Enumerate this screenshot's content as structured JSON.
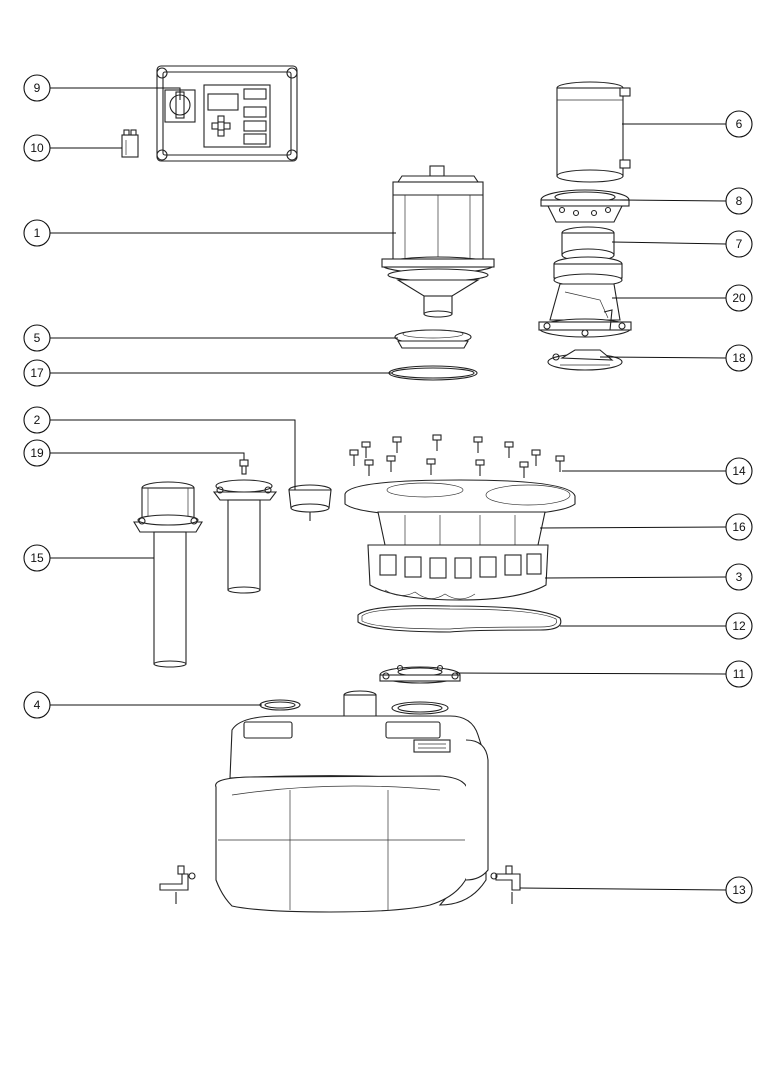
{
  "callouts": [
    {
      "id": "9",
      "label": "9"
    },
    {
      "id": "10",
      "label": "10"
    },
    {
      "id": "1",
      "label": "1"
    },
    {
      "id": "5",
      "label": "5"
    },
    {
      "id": "17",
      "label": "17"
    },
    {
      "id": "2",
      "label": "2"
    },
    {
      "id": "19",
      "label": "19"
    },
    {
      "id": "15",
      "label": "15"
    },
    {
      "id": "4",
      "label": "4"
    },
    {
      "id": "6",
      "label": "6"
    },
    {
      "id": "8",
      "label": "8"
    },
    {
      "id": "7",
      "label": "7"
    },
    {
      "id": "20",
      "label": "20"
    },
    {
      "id": "18",
      "label": "18"
    },
    {
      "id": "14",
      "label": "14"
    },
    {
      "id": "16",
      "label": "16"
    },
    {
      "id": "3",
      "label": "3"
    },
    {
      "id": "12",
      "label": "12"
    },
    {
      "id": "11",
      "label": "11"
    },
    {
      "id": "13",
      "label": "13"
    }
  ]
}
